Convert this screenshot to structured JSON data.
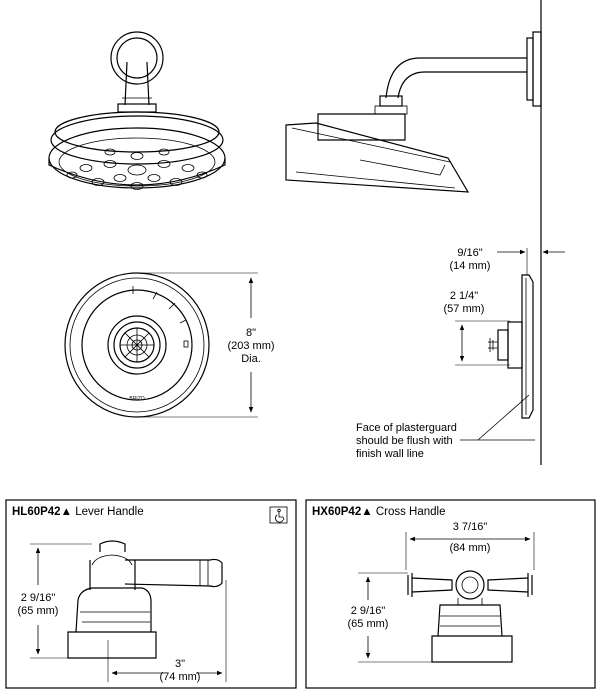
{
  "dimensions": {
    "width_9_16": [
      "9/16\"",
      "(14 mm)"
    ],
    "depth_2_1_4": [
      "2 1/4\"",
      "(57 mm)"
    ],
    "diameter": [
      "8\"",
      "(203 mm)",
      "Dia."
    ],
    "lever_height": [
      "2 9/16\"",
      "(65 mm)"
    ],
    "lever_length": [
      "3\"",
      "(74 mm)"
    ],
    "cross_width": [
      "3 7/16\"",
      "(84 mm)"
    ],
    "cross_height": [
      "2 9/16\"",
      "(65 mm)"
    ]
  },
  "note": [
    "Face of plasterguard",
    "should be flush with",
    "finish wall line"
  ],
  "panels": {
    "lever": {
      "code": "HL60P42",
      "marker": "▲",
      "name": "Lever Handle",
      "icon": "accessibility-icon"
    },
    "cross": {
      "code": "HX60P42",
      "marker": "▲",
      "name": "Cross Handle"
    }
  },
  "trim_label": "BRIZO"
}
